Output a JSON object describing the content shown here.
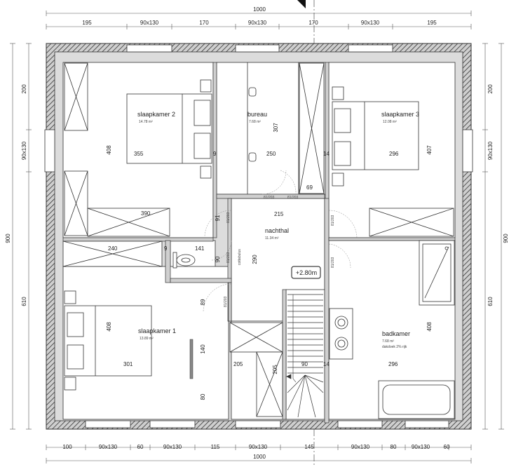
{
  "dimensions": {
    "top_total": "1000",
    "bottom_total": "1000",
    "top_segments": [
      "195",
      "90x130",
      "170",
      "90x130",
      "170",
      "90x130",
      "195"
    ],
    "bottom_segments": [
      "100",
      "90x130",
      "60",
      "90x130",
      "115",
      "90x130",
      "145",
      "90x130",
      "80",
      "90x130",
      "60"
    ],
    "left_segments": [
      "200",
      "90x130",
      "900",
      "610"
    ],
    "right_segments": [
      "200",
      "90x130",
      "900",
      "610"
    ]
  },
  "rooms": {
    "slaapkamer2": {
      "name": "slaapkamer 2",
      "area": "14.78 m²",
      "width": "355",
      "depth": "408"
    },
    "bureau": {
      "name": "bureau",
      "area": "7.68 m²",
      "width": "250",
      "depth": "307"
    },
    "slaapkamer3": {
      "name": "slaapkamer 3",
      "area": "12.08 m²",
      "width": "296",
      "depth": "407"
    },
    "nachthal": {
      "name": "nachthal",
      "area": "11.34 m²",
      "width": "215",
      "depth": "290"
    },
    "slaapkamer1": {
      "name": "slaapkamer 1",
      "area": "13.89 m²",
      "width": "301",
      "depth": "408"
    },
    "badkamer": {
      "name": "badkamer",
      "area": "7.68 m²",
      "width": "296",
      "depth": "408",
      "note": "dakdoek 2% rijk"
    }
  },
  "inner_dims": {
    "d14a": "14",
    "d69": "69",
    "d390": "390",
    "d240": "240",
    "d141": "141",
    "d90a": "90",
    "d91": "91",
    "d9a": "9",
    "d9b": "9",
    "d89": "89",
    "d140": "140",
    "d80": "80",
    "d205": "205",
    "d205b": "205",
    "d90b": "90",
    "d14b": "14"
  },
  "door_codes": {
    "c1": "81/203",
    "c2": "81/203",
    "c3": "81/203",
    "c4": "81/203",
    "c5": "81/203",
    "c6": "81/203",
    "c7": "81/203"
  },
  "level": "+2.80m",
  "wc_note": "cottabulus"
}
